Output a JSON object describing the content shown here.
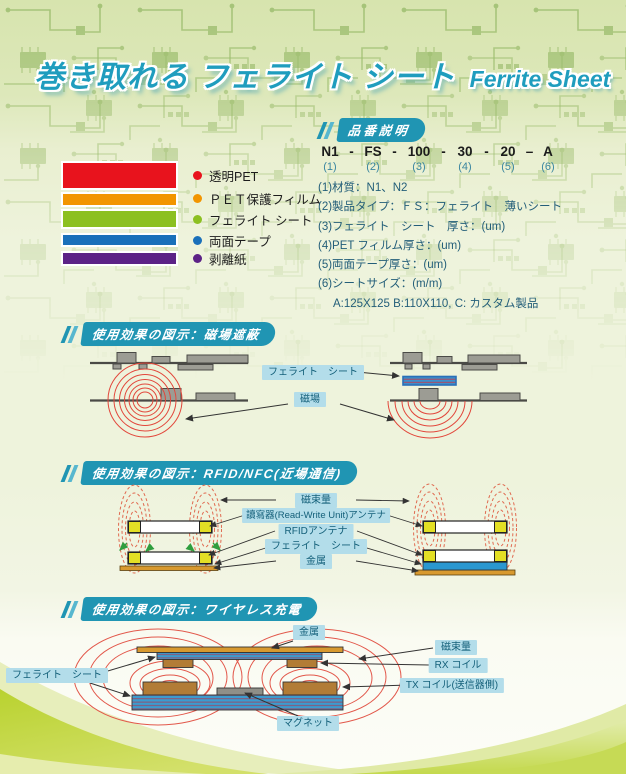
{
  "title": {
    "main": "巻き取れる フェライト シート",
    "sub": "Ferrite Sheet"
  },
  "legend": {
    "items": [
      {
        "label": "透明PET",
        "color": "#e8131d"
      },
      {
        "label": "ＰＥＴ保護フィルム",
        "color": "#f29500"
      },
      {
        "label": "フェライト シート",
        "color": "#8cc021"
      },
      {
        "label": "両面テープ",
        "color": "#1a70ba"
      },
      {
        "label": "剥離紙",
        "color": "#5c2286"
      }
    ]
  },
  "part_number": {
    "header": "品番説明",
    "segments": [
      "N1",
      "FS",
      "100",
      "30",
      "20",
      "A"
    ],
    "separators": [
      "-",
      "-",
      "-",
      "-",
      "–"
    ],
    "indices": [
      "(1)",
      "(2)",
      "(3)",
      "(4)",
      "(5)",
      "(6)"
    ],
    "notes": [
      "(1)材質：N1、N2",
      "(2)製品タイプ：ＦＳ：フェライト　薄いシート",
      "(3)フェライト　シート　厚さ：(um)",
      "(4)PET フィルム厚さ：(um)",
      "(5)両面テープ厚さ：(um)",
      "(6)シートサイズ：(m/m)",
      "A:125X125  B:110X110, C: カスタム製品"
    ]
  },
  "sections": {
    "shielding": {
      "header": "使用効果の図示：磁場遮蔽",
      "labels": {
        "ferrite_sheet": "フェライト　シート",
        "magnetic_field": "磁場"
      }
    },
    "rfid": {
      "header": "使用効果の図示：RFID/NFC(近場通信)",
      "labels": {
        "flux": "磁束量",
        "reader_antenna": "讀寫器(Read-Write Unit)アンテナ",
        "rfid_antenna": "RFIDアンテナ",
        "ferrite_sheet": "フェライト　シート",
        "metal": "金属"
      }
    },
    "wireless": {
      "header": "使用効果の図示：ワイヤレス充電",
      "labels": {
        "metal": "金属",
        "flux": "磁束量",
        "rx_coil": "RX コイル",
        "tx_coil": "TX コイル(送信器側)",
        "ferrite_sheet": "フェライト　シート",
        "magnet": "マグネット"
      }
    }
  },
  "colors": {
    "accent_teal": "#2095b3",
    "title_teal": "#1f9dbe",
    "label_bg": "#b3ddea",
    "label_text": "#14607a",
    "field_red": "#e2574a",
    "metal_orange": "#d8992f",
    "ferrite_blue": "#2f98d0",
    "antenna_yellow": "#e3df25",
    "component_gray": "#9c9c94"
  }
}
